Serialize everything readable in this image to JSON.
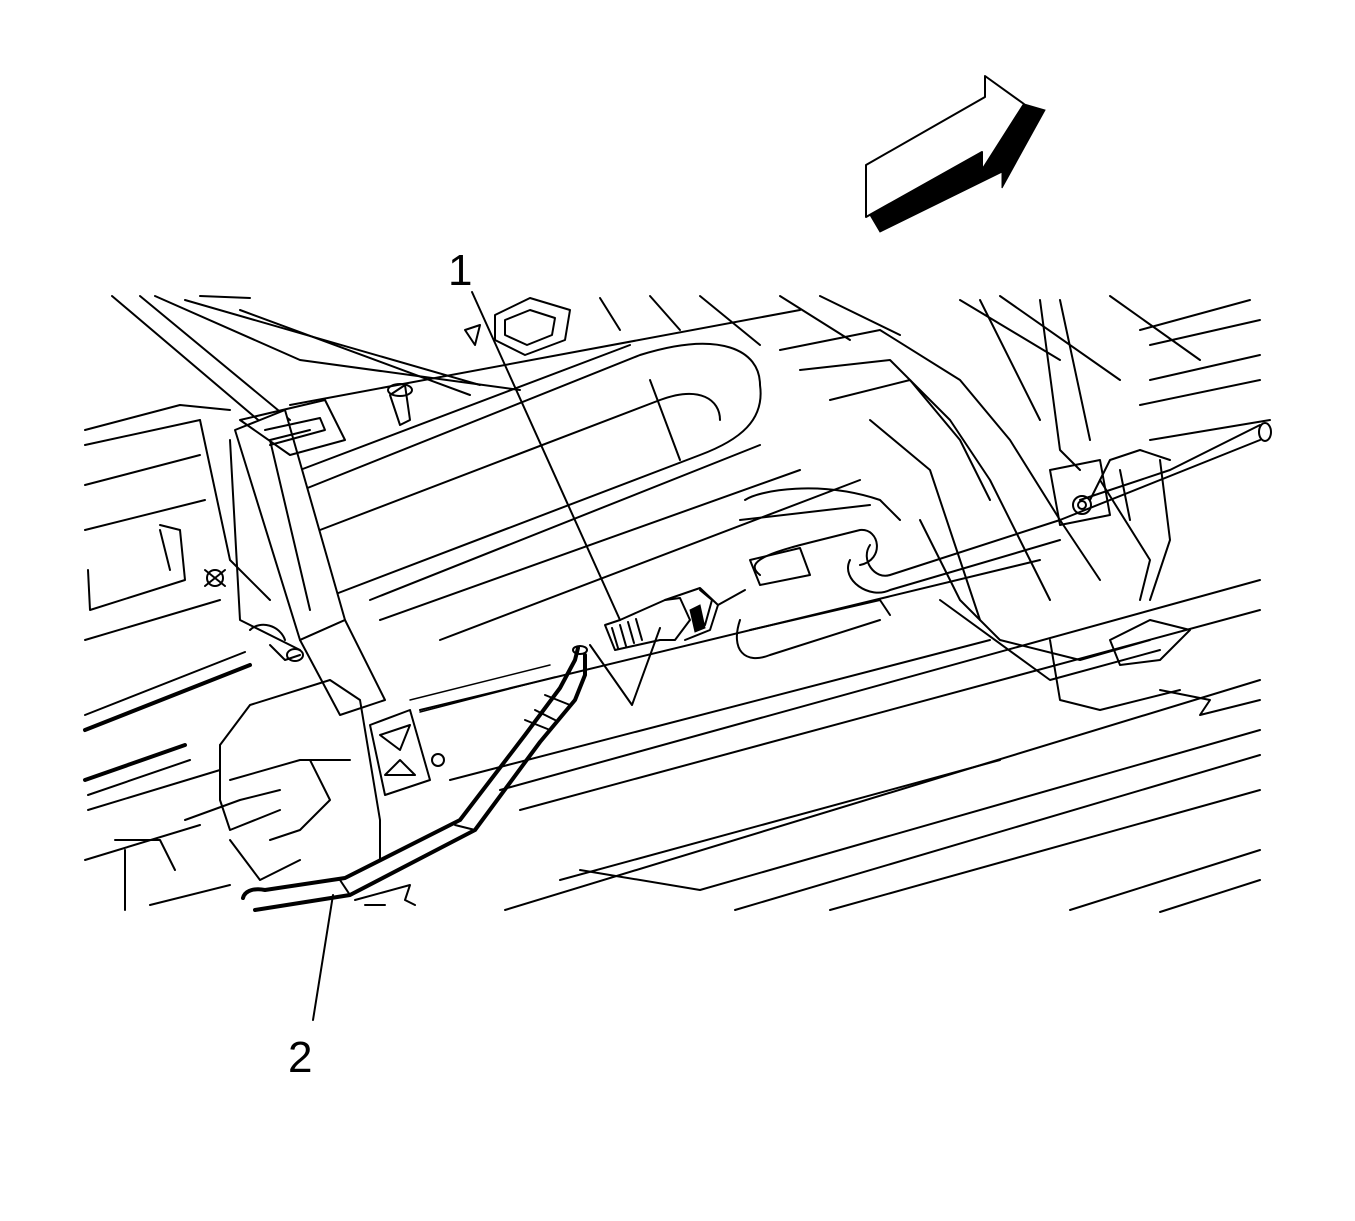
{
  "diagram": {
    "callouts": [
      {
        "id": "1",
        "label": "1"
      },
      {
        "id": "2",
        "label": "2"
      }
    ],
    "direction_arrow_icon": "direction-arrow-icon"
  }
}
